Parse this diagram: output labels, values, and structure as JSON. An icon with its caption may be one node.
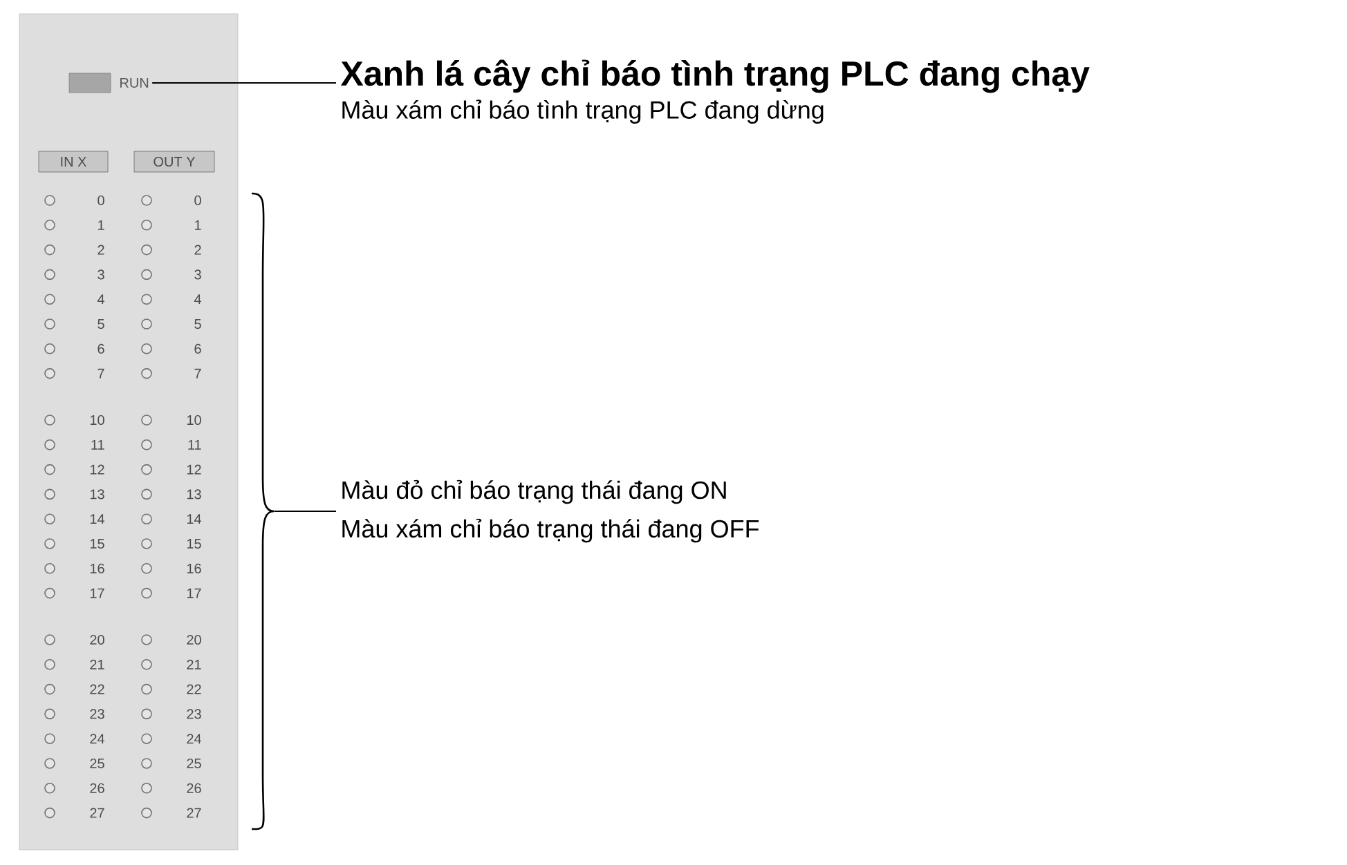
{
  "diagram": {
    "nodes": [
      {
        "text": [
          "RUN"
        ]
      },
      {
        "text": [
          "Xanh lá cây chỉ báo tình trạng PLC đang chạy",
          "Màu xám chỉ báo tình trạng PLC đang dừng"
        ]
      },
      {
        "text": [
          "IN X"
        ]
      },
      {
        "text": [
          "OUT Y"
        ]
      },
      {
        "text": [],
        "shape": "bracket"
      },
      {
        "text": [
          "Màu đỏ chỉ báo trạng thái đang ON",
          "Màu xám chỉ báo trạng thái đang OFF"
        ]
      }
    ],
    "edges": [
      {
        "from": 1,
        "to": 0,
        "arrow": "none"
      },
      {
        "from": 5,
        "to": 4,
        "arrow": "none"
      }
    ],
    "labels": [
      "0",
      "0",
      "1",
      "1",
      "2",
      "2",
      "3",
      "3",
      "4",
      "4",
      "5",
      "5",
      "6",
      "6",
      "7",
      "7",
      "10",
      "10",
      "11",
      "11",
      "12",
      "12",
      "13",
      "13",
      "14",
      "14",
      "15",
      "15",
      "16",
      "16",
      "17",
      "17",
      "20",
      "20",
      "21",
      "21",
      "22",
      "22",
      "23",
      "23",
      "24",
      "24",
      "25",
      "25",
      "26",
      "26",
      "27",
      "27"
    ]
  }
}
